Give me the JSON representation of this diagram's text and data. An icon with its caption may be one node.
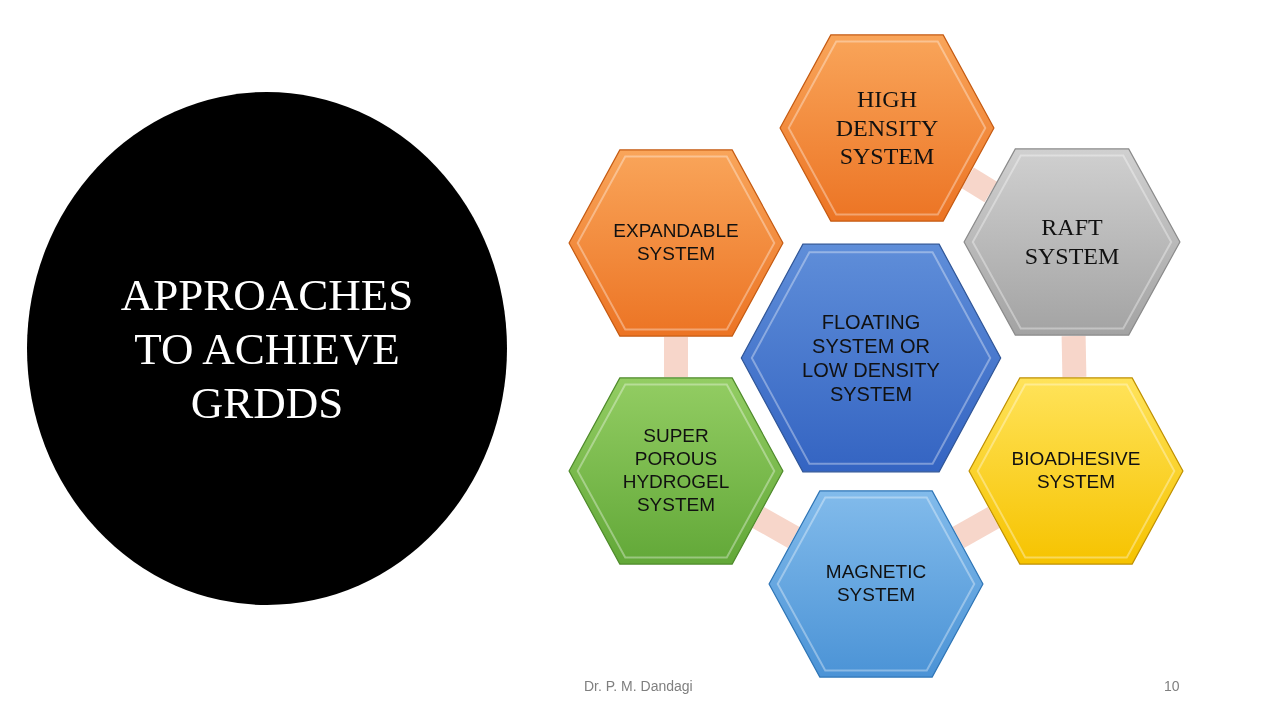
{
  "diagram": {
    "nodes": [
      {
        "text": [
          "APPROACHES TO ACHIEVE GRDDS"
        ]
      },
      {
        "text": [
          "HIGH DENSITY SYSTEM"
        ]
      },
      {
        "text": [
          "EXPANDABLE SYSTEM"
        ]
      },
      {
        "text": [
          "RAFT SYSTEM"
        ]
      },
      {
        "text": [
          "FLOATING SYSTEM OR LOW DENSITY SYSTEM"
        ]
      },
      {
        "text": [
          "SUPER POROUS HYDROGEL SYSTEM"
        ]
      },
      {
        "text": [
          "BIOADHESIVE SYSTEM"
        ]
      },
      {
        "text": [
          "MAGNETIC SYSTEM"
        ]
      }
    ],
    "edges": [
      {
        "from": 1,
        "to": 3,
        "arrow": "none"
      },
      {
        "from": 3,
        "to": 6,
        "arrow": "none"
      },
      {
        "from": 6,
        "to": 7,
        "arrow": "none"
      },
      {
        "from": 7,
        "to": 5,
        "arrow": "none"
      },
      {
        "from": 5,
        "to": 2,
        "arrow": "none"
      }
    ],
    "labels": [
      "Dr. P. M. Dandagi",
      "10"
    ]
  }
}
